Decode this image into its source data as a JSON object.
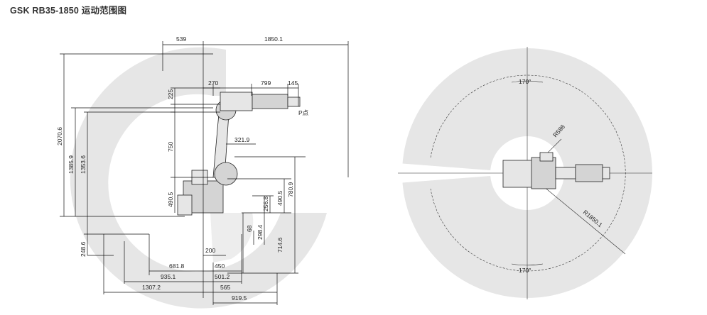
{
  "title": "GSK RB35-1850 运动范围图",
  "colors": {
    "envelope": "#e6e6e6",
    "line": "#111111",
    "text": "#222222"
  },
  "side_view": {
    "top_dims": {
      "d539": "539",
      "d1850": "1850.1"
    },
    "arm_dims": {
      "d270": "270",
      "d799": "799",
      "d145": "145",
      "d225": "225",
      "d750": "750",
      "d321": "321.9"
    },
    "point_label": "P点",
    "left_dims": {
      "d2070": "2070.6",
      "d1385": "1385.9",
      "d1353": "1353.6",
      "d490": "490.5",
      "d248": "248.6"
    },
    "right_dims": {
      "d780": "780.9",
      "d490r": "490.5",
      "d256": "256.8",
      "d298": "298.4",
      "d68": "68",
      "d714": "714.6"
    },
    "bottom_dims": {
      "d200": "200",
      "d681": "681.8",
      "d450": "450",
      "d935": "935.1",
      "d501": "501.2",
      "d1307": "1307.2",
      "d565": "565",
      "d919": "919.5"
    }
  },
  "top_view": {
    "angle_top": "170°",
    "angle_bottom": "170°",
    "r_inner": "R586",
    "r_outer": "R1850.1"
  }
}
